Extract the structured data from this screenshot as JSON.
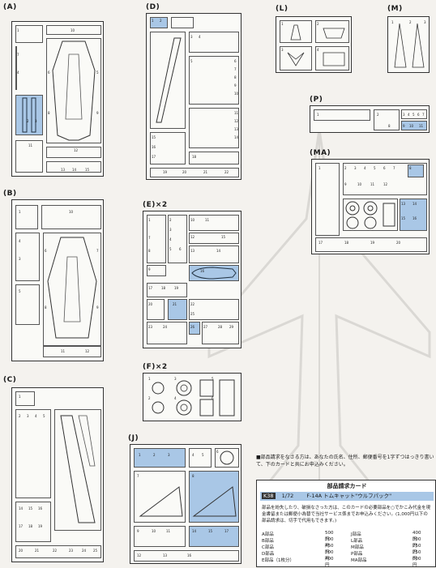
{
  "parts_a": {
    "label": "(A)",
    "hl_numbers": [
      "2",
      "3"
    ],
    "numbers": [
      "10",
      "7",
      "4",
      "6",
      "5",
      "8",
      "9",
      "11",
      "12",
      "13",
      "14",
      "15",
      "1"
    ]
  },
  "parts_b": {
    "label": "(B)",
    "numbers": [
      "1",
      "10",
      "4",
      "3",
      "5",
      "6",
      "7",
      "8",
      "9",
      "11",
      "12"
    ]
  },
  "parts_c": {
    "label": "(C)",
    "numbers": [
      "1",
      "2",
      "3",
      "4",
      "5",
      "14",
      "15",
      "16",
      "17",
      "18",
      "19",
      "20",
      "21",
      "22",
      "23",
      "24",
      "25"
    ]
  },
  "parts_d": {
    "label": "(D)",
    "hl_numbers": [
      "1",
      "2"
    ],
    "numbers": [
      "3",
      "4",
      "5",
      "6",
      "7",
      "8",
      "9",
      "10",
      "11",
      "12",
      "13",
      "14",
      "15",
      "16",
      "17",
      "18",
      "19",
      "20",
      "21",
      "22"
    ]
  },
  "parts_e": {
    "label": "(E)×2",
    "hl_numbers": [
      "16",
      "21",
      "26"
    ],
    "numbers": [
      "1",
      "2",
      "3",
      "4",
      "5",
      "6",
      "7",
      "8",
      "9",
      "10",
      "11",
      "12",
      "13",
      "14",
      "15",
      "17",
      "18",
      "19",
      "20",
      "22",
      "23",
      "24",
      "25",
      "27",
      "28",
      "29"
    ]
  },
  "parts_f": {
    "label": "(F)×2",
    "numbers": [
      "1",
      "2",
      "3",
      "4",
      "5",
      "6"
    ]
  },
  "parts_j": {
    "label": "(J)",
    "hl_numbers": [
      "1",
      "2",
      "3",
      "14",
      "15",
      "17"
    ],
    "numbers": [
      "4",
      "5",
      "6",
      "7",
      "8",
      "9",
      "10",
      "11",
      "12",
      "13",
      "16"
    ]
  },
  "parts_l": {
    "label": "(L)",
    "numbers": [
      "1",
      "2",
      "3",
      "4"
    ]
  },
  "parts_m": {
    "label": "(M)",
    "numbers": [
      "1",
      "2",
      "3"
    ]
  },
  "parts_p": {
    "label": "(P)",
    "hl_numbers": [
      "10",
      "11"
    ],
    "numbers": [
      "1",
      "2",
      "3",
      "4",
      "5",
      "6",
      "7",
      "8",
      "9"
    ]
  },
  "parts_ma": {
    "label": "(MA)",
    "numbers": [
      "1",
      "2",
      "3",
      "4",
      "5",
      "6",
      "7",
      "8",
      "9",
      "10",
      "11",
      "12",
      "13",
      "14",
      "15",
      "16",
      "17",
      "18",
      "19",
      "20"
    ]
  },
  "order_card": {
    "intro": "■部品請求をなさる方は、あなたの氏名、住所、郵便番号を1字ずつはっきり書いて、下のカードと共にお申込みください。",
    "title": "部品請求カード",
    "code": "K38",
    "scale": "1/72",
    "product": "F-14A トムキャット\"ウルフパック\"",
    "note": "部品を紛失したり、破損なさった方は、このカードの必要部品を○でかこみ代金を現金書留または郵便小為替で当社サービス係までお申込みください。(1,000円以下の部品請求は、切手で代用もできます。)",
    "prices_left": [
      {
        "part": "A部品",
        "price": "500円"
      },
      {
        "part": "B部品",
        "price": "500円"
      },
      {
        "part": "C部品",
        "price": "450円"
      },
      {
        "part": "D部品",
        "price": "500円"
      },
      {
        "part": "E部品（1枚分）",
        "price": "400円"
      }
    ],
    "prices_right": [
      {
        "part": "J部品",
        "price": "400円"
      },
      {
        "part": "L部品",
        "price": "300円"
      },
      {
        "part": "M部品",
        "price": "250円"
      },
      {
        "part": "P部品",
        "price": "250円"
      },
      {
        "part": "MA部品",
        "price": "600円"
      }
    ]
  }
}
